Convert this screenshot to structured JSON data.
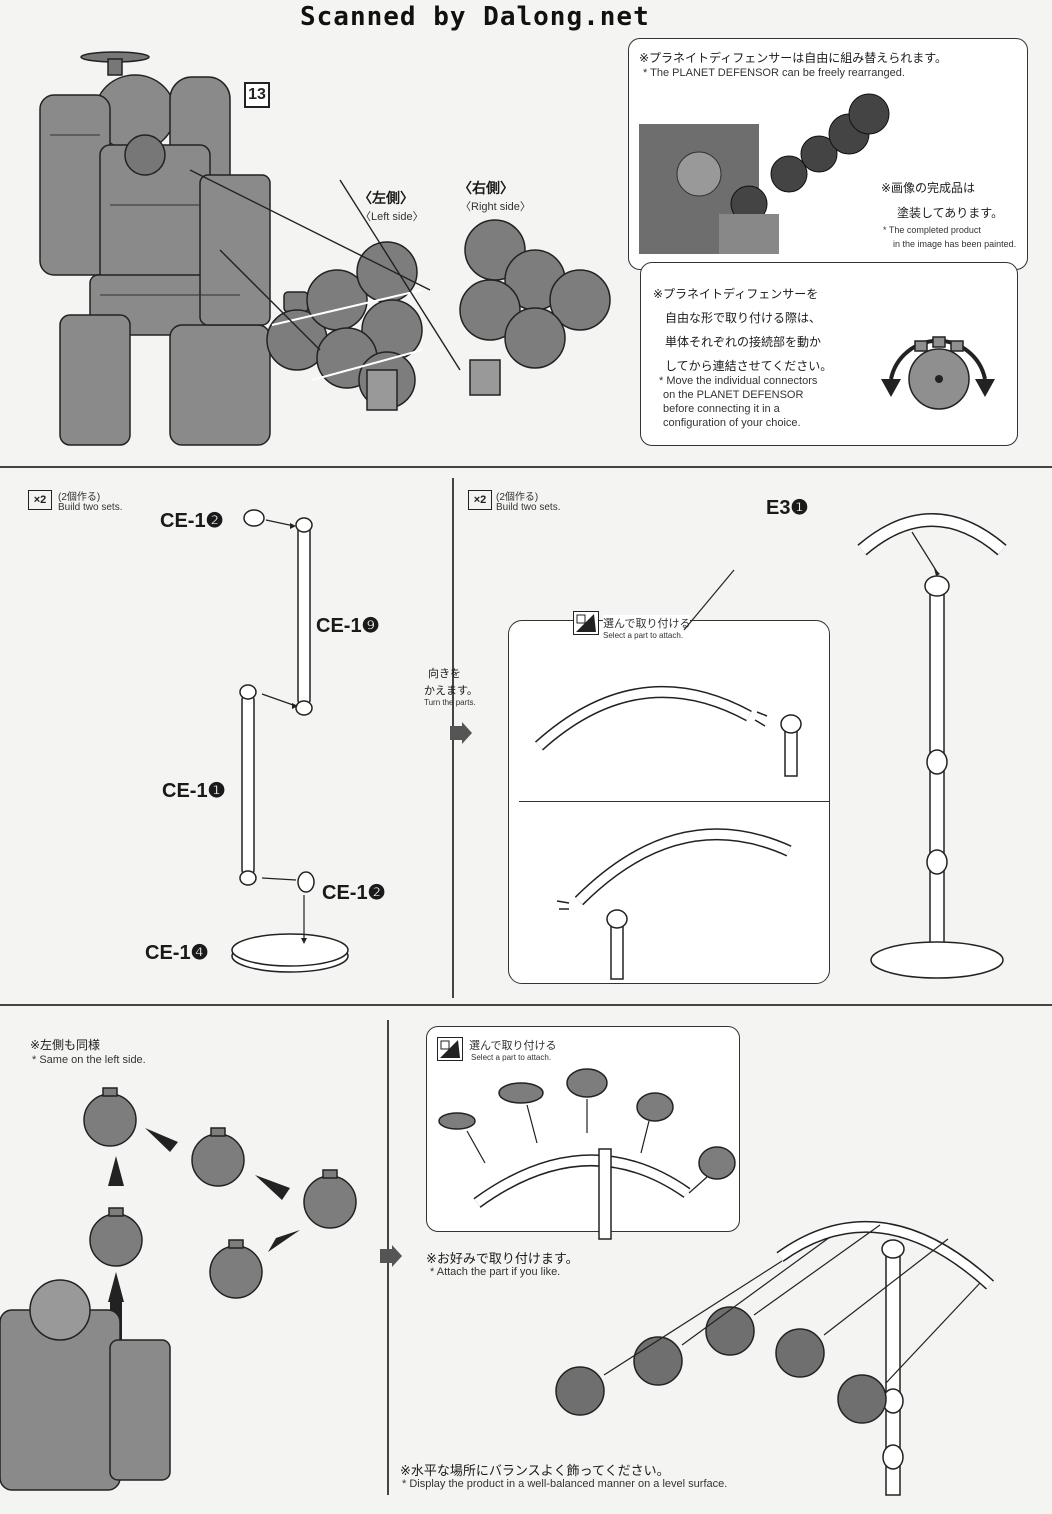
{
  "watermark": "Scanned by Dalong.net",
  "step_number": "13",
  "sides": {
    "left_jp": "〈左側〉",
    "left_en": "〈Left side〉",
    "right_jp": "〈右側〉",
    "right_en": "〈Right side〉"
  },
  "note_rearrange": {
    "jp": "※プラネイトディフェンサーは自由に組み替えられます。",
    "en": "* The PLANET DEFENSOR can be freely rearranged."
  },
  "note_painted": {
    "jp1": "※画像の完成品は",
    "jp2": "塗装してあります。",
    "en1": "* The completed product",
    "en2": "in the image has been painted."
  },
  "note_connect": {
    "jp1": "※プラネイトディフェンサーを",
    "jp2": "自由な形で取り付ける際は、",
    "jp3": "単体それぞれの接続部を動か",
    "jp4": "してから連結させてください。",
    "en1": "* Move the individual connectors",
    "en2": "on the PLANET DEFENSOR",
    "en3": "before connecting it in a",
    "en4": "configuration of your choice."
  },
  "build_two": {
    "badge": "×2",
    "jp": "(2個作る)",
    "en": "Build two sets."
  },
  "parts": {
    "ce1_2_top": "CE-1❷",
    "ce1_9": "CE-1❾",
    "ce1_1": "CE-1❶",
    "ce1_2_bottom": "CE-1❷",
    "ce1_4": "CE-1❹",
    "e3_1": "E3❶"
  },
  "turn_parts": {
    "jp1": "向きを",
    "jp2": "かえます。",
    "en": "Turn the parts."
  },
  "select_part": {
    "jp": "選んで取り付ける",
    "en": "Select a part to attach."
  },
  "same_left": {
    "jp": "※左側も同様",
    "en": "* Same on the left side."
  },
  "attach_like": {
    "jp": "※お好みで取り付けます。",
    "en": "* Attach the part if you like."
  },
  "balance": {
    "jp": "※水平な場所にバランスよく飾ってください。",
    "en": "* Display the product in a well-balanced manner on a level surface."
  }
}
